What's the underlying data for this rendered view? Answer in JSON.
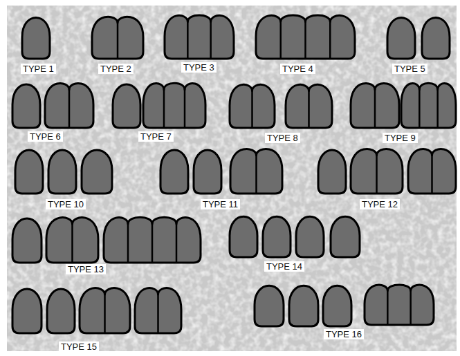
{
  "diagram": {
    "labels": [
      "TYPE 1",
      "TYPE 2",
      "TYPE 3",
      "TYPE 4",
      "TYPE 5",
      "TYPE 6",
      "TYPE 7",
      "TYPE 8",
      "TYPE 9",
      "TYPE 10",
      "TYPE 11",
      "TYPE 12",
      "TYPE 13",
      "TYPE 14",
      "TYPE 15",
      "TYPE 16"
    ]
  }
}
